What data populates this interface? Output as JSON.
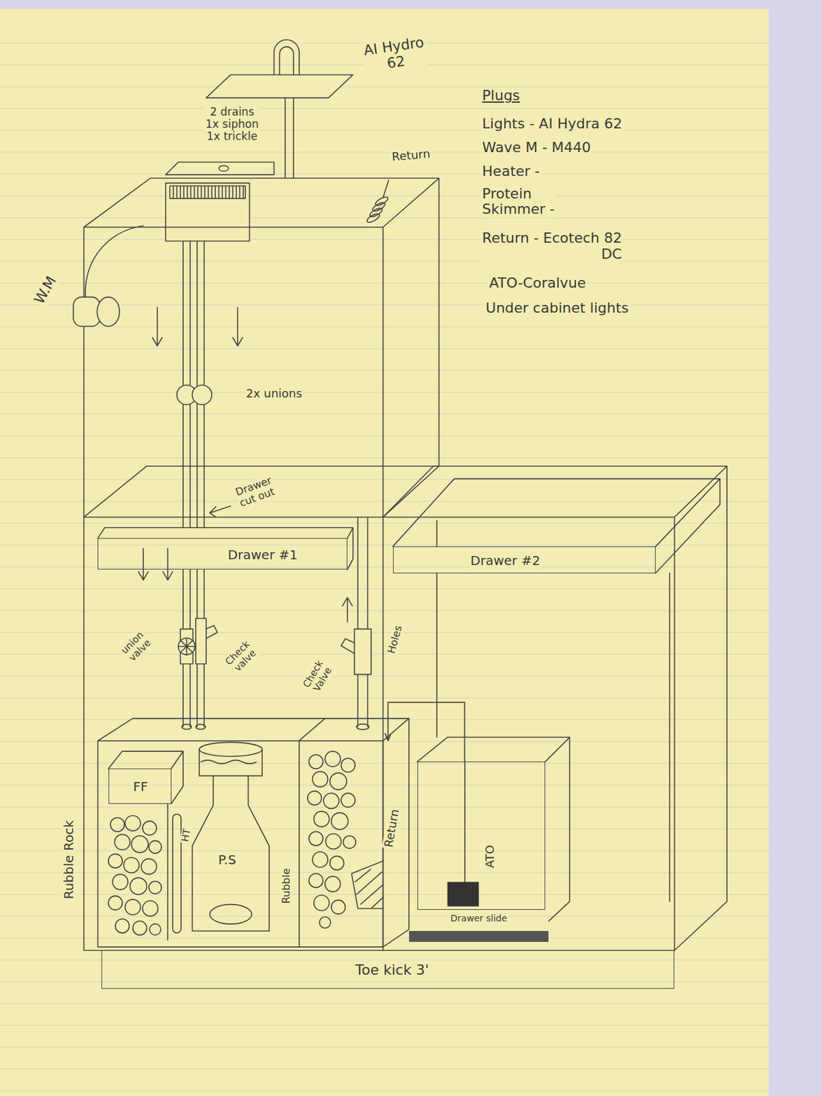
{
  "diagram": {
    "nodes": [
      {
        "text": [
          "Drawer #1"
        ]
      },
      {
        "text": [
          "Drawer #2"
        ]
      },
      {
        "text": [
          "FF"
        ]
      },
      {
        "text": [
          "P.S"
        ]
      },
      {
        "text": [
          "Return"
        ]
      },
      {
        "text": [
          "ATO"
        ]
      },
      {
        "text": [
          "Drawer slide"
        ]
      },
      {
        "text": [
          "Toe kick 3'"
        ]
      }
    ],
    "edges": [
      {
        "from": 5,
        "to": 4,
        "arrow": "to"
      }
    ],
    "labels": [
      "AI Hydro 62",
      "2 drains 1x siphon 1x trickle",
      "Return",
      "Plugs",
      "Lights - AI Hydra 62",
      "Wave M - M440",
      "Heater -",
      "Protein Skimmer -",
      "Return - Ecotech 82 DC",
      "ATO-Coralvue",
      "Under cabinet lights",
      "W.M",
      "2x unions",
      "Drawer cut out",
      "union valve",
      "Check valve",
      "Check Valve",
      "Holes",
      "Rubble Rock",
      "HT",
      "Rubble"
    ]
  }
}
